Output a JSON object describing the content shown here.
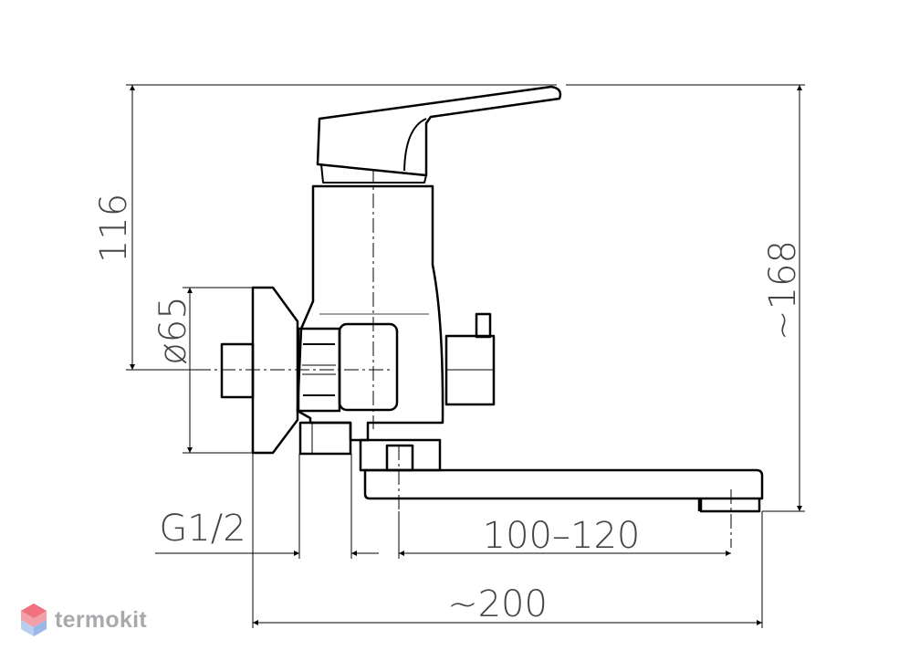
{
  "dimensions": {
    "height_116": "116",
    "height_168": "~168",
    "diameter_65": "ø65",
    "thread": "G1/2",
    "spout_reach": "100–120",
    "total_length": "~200"
  },
  "brand": {
    "name": "termokit",
    "icon": "hexagon-logo-icon",
    "colors": {
      "top": "#f0717f",
      "bottom": "#9ab7e6",
      "text": "#a9a9ad"
    }
  },
  "colors": {
    "line": "#000000",
    "dim_text": "#444444"
  }
}
